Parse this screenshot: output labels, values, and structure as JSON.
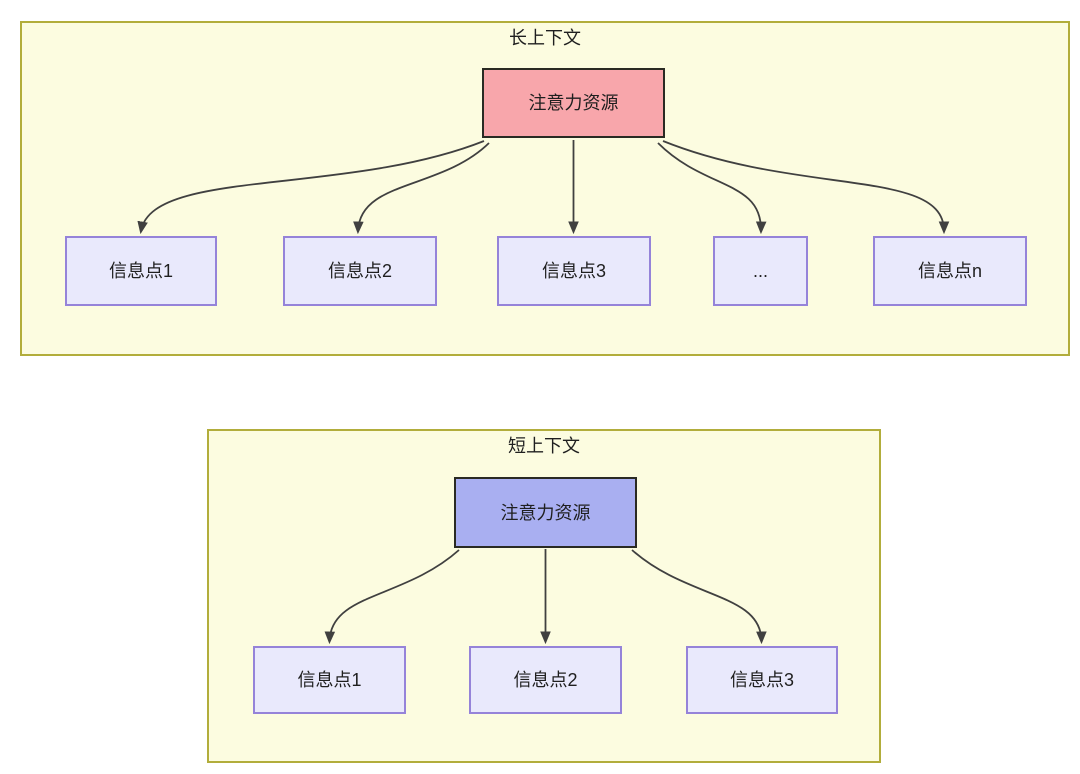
{
  "colors": {
    "container_fill": "#fcfce0",
    "container_border": "#b2ad3b",
    "long_source_fill": "#f8a6ab",
    "short_source_fill": "#a9aff1",
    "source_border": "#2a2a23",
    "target_fill": "#e9e9fc",
    "target_border": "#9583d9",
    "edge_color": "#404040",
    "text_color": "#1f1f1f"
  },
  "long": {
    "title": "长上下文",
    "source_label": "注意力资源",
    "targets": [
      "信息点1",
      "信息点2",
      "信息点3",
      "...",
      "信息点n"
    ]
  },
  "short": {
    "title": "短上下文",
    "source_label": "注意力资源",
    "targets": [
      "信息点1",
      "信息点2",
      "信息点3"
    ]
  }
}
